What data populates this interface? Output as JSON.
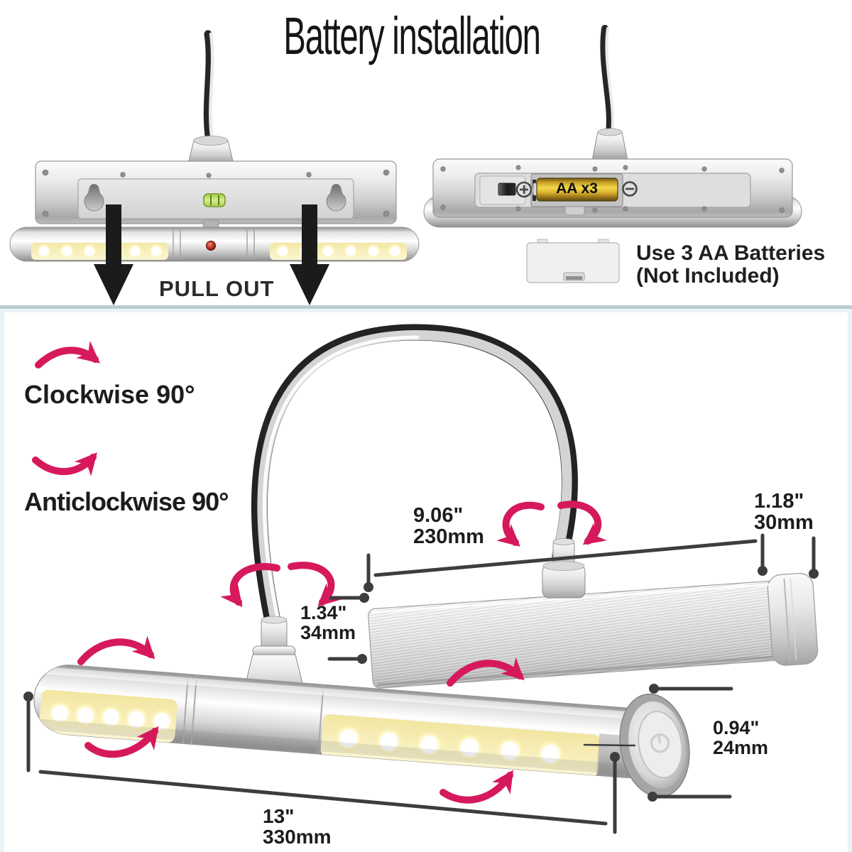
{
  "title": "Battery installation",
  "colors": {
    "accent_pink": "#d6195c",
    "dimension_line": "#3d3d3d",
    "divider": "#b9cdd2",
    "battery_gold": "#e8c53a",
    "led_glow": "#fdf3c2",
    "level_green": "#b5d95a"
  },
  "top_section": {
    "pull_out_label": "PULL OUT",
    "battery_cell_text": "AA x3",
    "battery_note": {
      "line1": "Use 3 AA Batteries",
      "line2": "(Not Included)"
    }
  },
  "rotation": {
    "clockwise_label": "Clockwise 90°",
    "anticlockwise_label": "Anticlockwise 90°"
  },
  "dimensions": {
    "arm_width": {
      "inches": "9.06\"",
      "metric": "230mm"
    },
    "head_depth": {
      "inches": "1.18\"",
      "metric": "30mm"
    },
    "head_height": {
      "inches": "1.34\"",
      "metric": "34mm"
    },
    "tube_diameter": {
      "inches": "0.94\"",
      "metric": "24mm"
    },
    "tube_length": {
      "inches": "13\"",
      "metric": "330mm"
    }
  },
  "icons": {
    "plus_terminal": "circled-plus",
    "minus_terminal": "circled-minus",
    "power": "power-symbol",
    "pull_arrow": "down-arrow",
    "rotation_arrow": "curved-arrow",
    "bubble_level": "level-vial",
    "keyhole": "keyhole-slot"
  }
}
